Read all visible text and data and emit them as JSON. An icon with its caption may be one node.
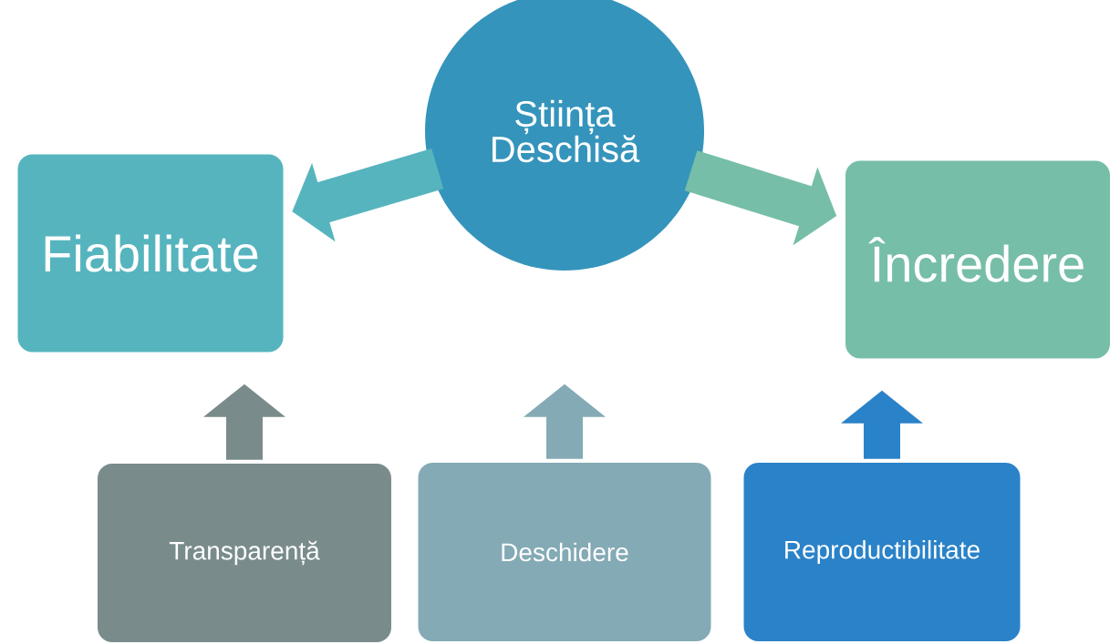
{
  "diagram": {
    "nodes": [
      {
        "text": [
          "Știința Deschisă"
        ]
      },
      {
        "text": [
          "Fiabilitate"
        ]
      },
      {
        "text": [
          "Încredere"
        ]
      },
      {
        "text": [
          "Transparență"
        ]
      },
      {
        "text": [
          "Deschidere"
        ]
      },
      {
        "text": [
          "Reproductibilitate"
        ]
      }
    ],
    "edges": [
      {
        "from": 0,
        "to": 1,
        "arrow": "to",
        "color": "#56b4be"
      },
      {
        "from": 0,
        "to": 2,
        "arrow": "to",
        "color": "#76bea8"
      },
      {
        "from": 3,
        "to": 1,
        "arrow": "to",
        "color": "#7a8b8c"
      },
      {
        "from": 4,
        "to": null,
        "arrow": "to",
        "color": "#84aab5"
      },
      {
        "from": 5,
        "to": 2,
        "arrow": "to",
        "color": "#2a82c8"
      }
    ]
  }
}
